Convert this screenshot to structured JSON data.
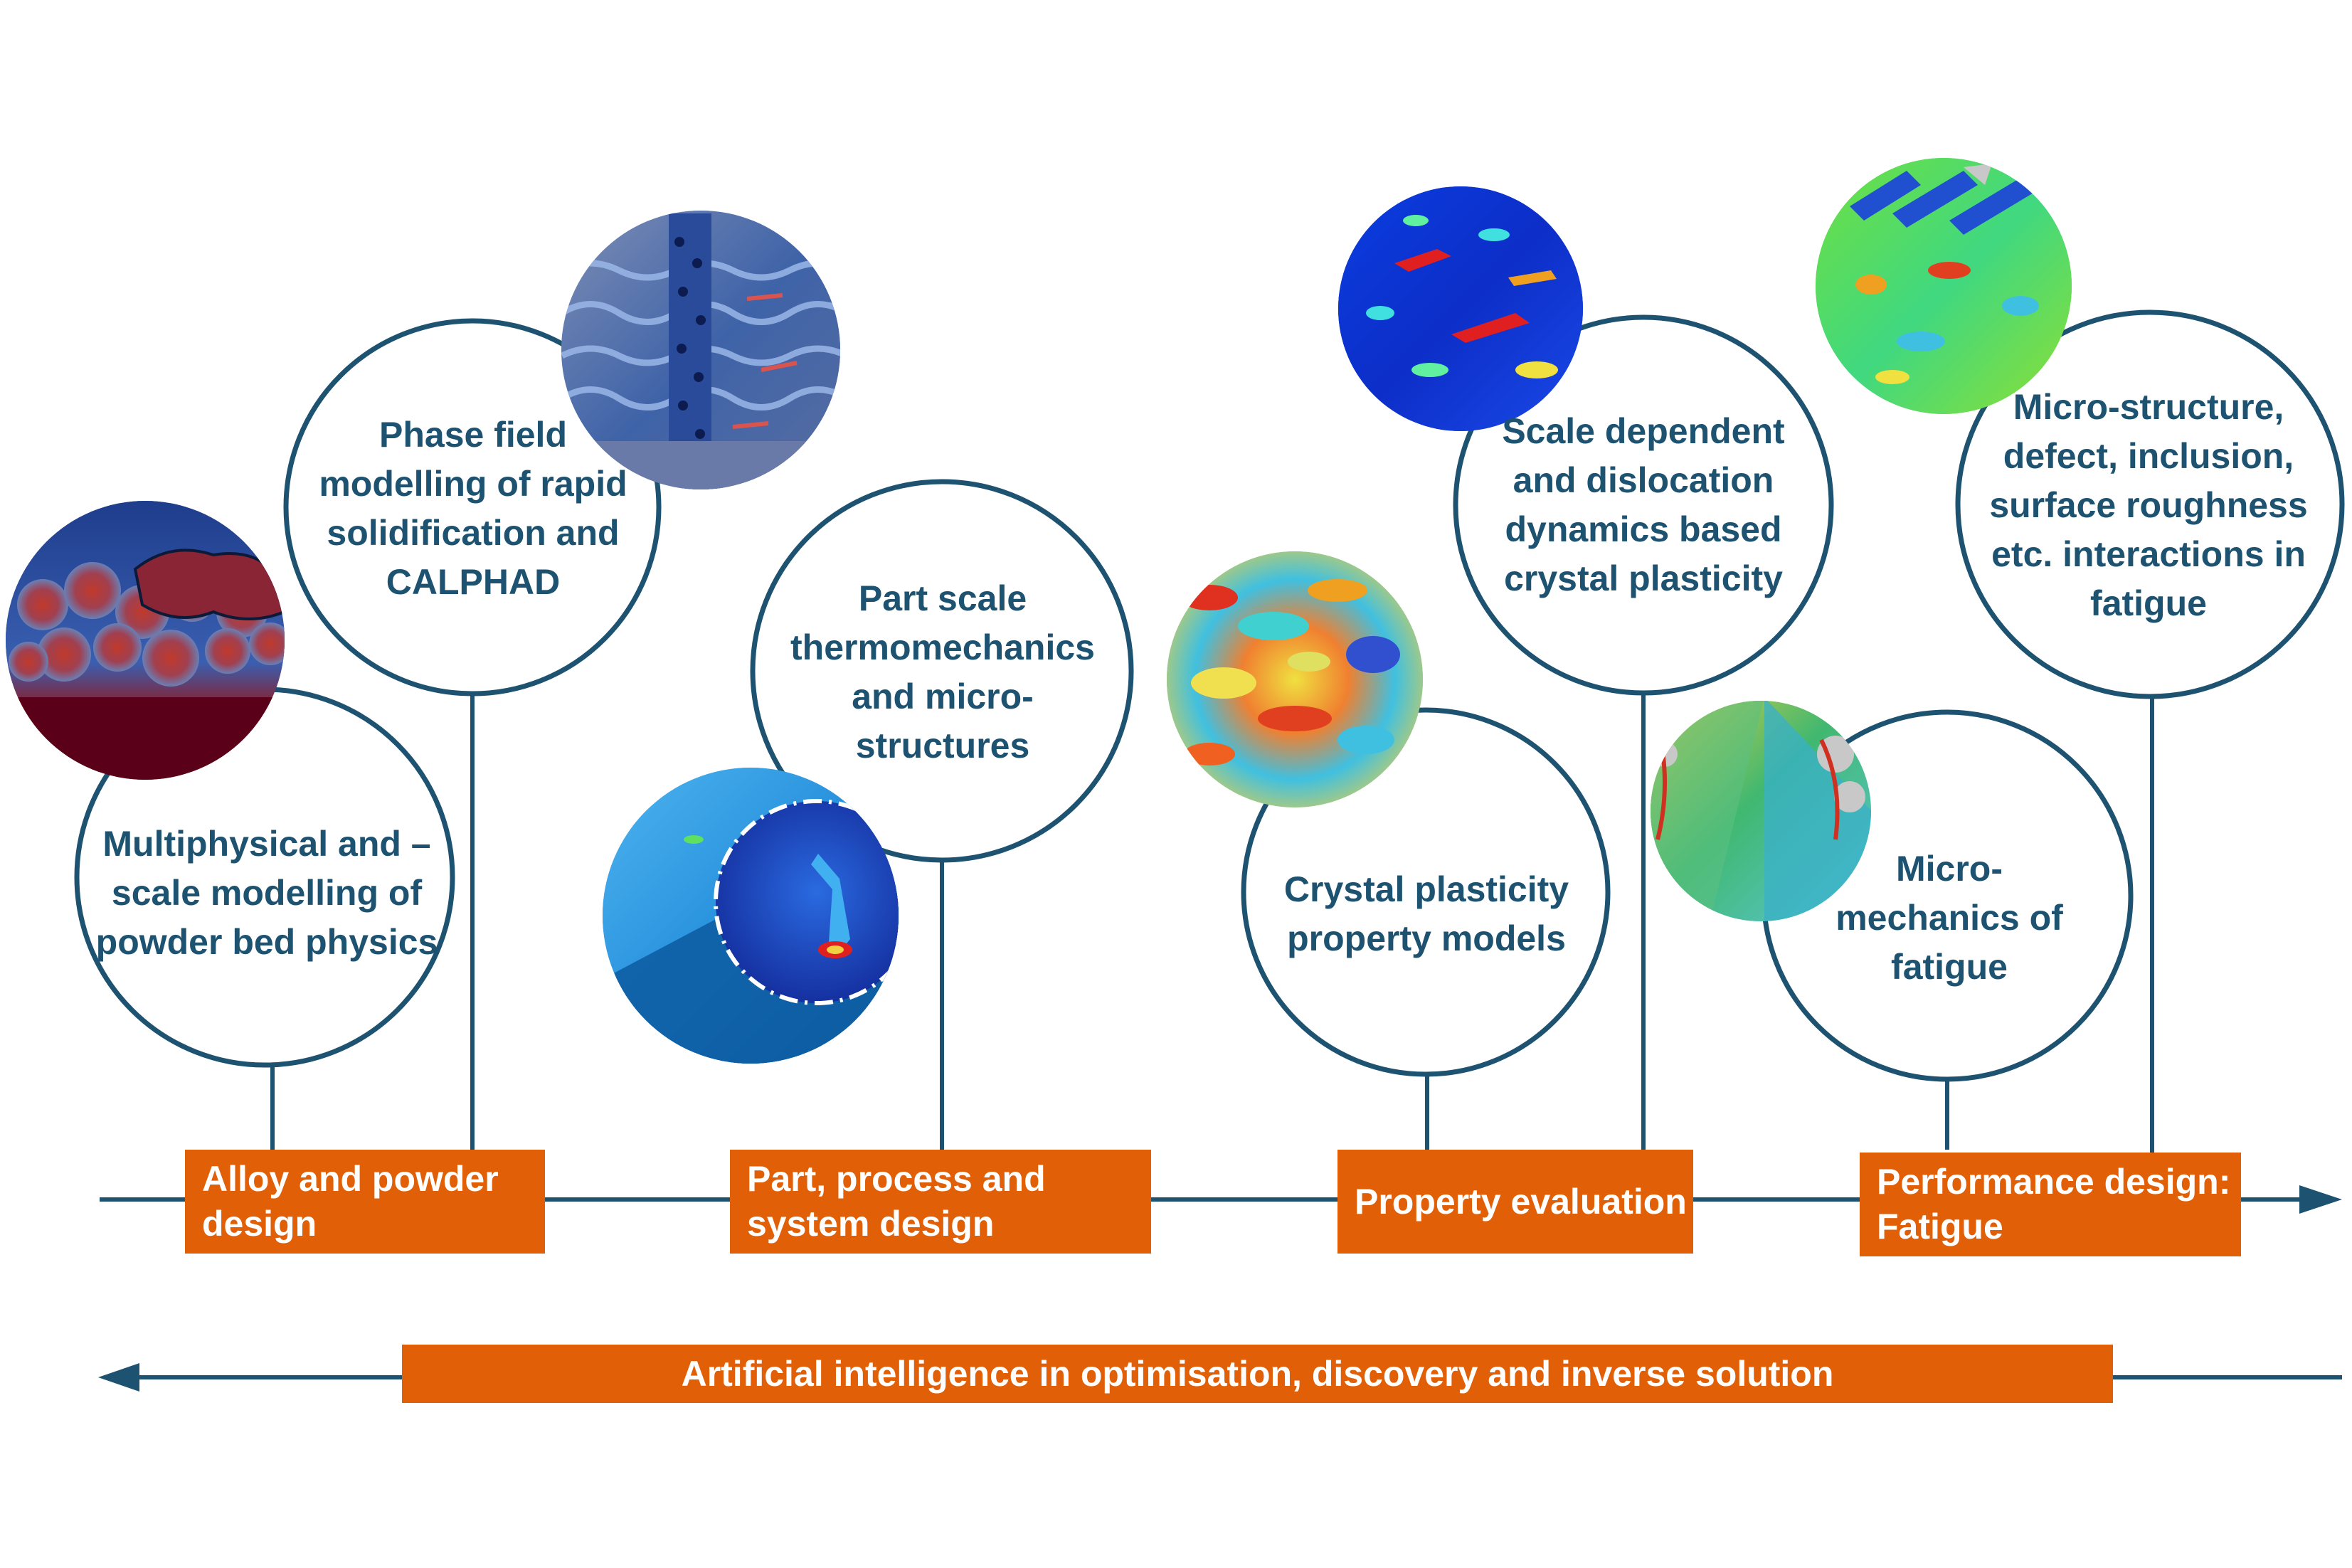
{
  "colors": {
    "teal": "#1d5270",
    "orange": "#e15f06",
    "white": "#ffffff"
  },
  "stages": [
    {
      "id": "alloy",
      "label": "Alloy and powder design"
    },
    {
      "id": "part",
      "label": "Part, process and system design"
    },
    {
      "id": "property",
      "label": "Property evaluation"
    },
    {
      "id": "performance",
      "label": "Performance design: Fatigue"
    }
  ],
  "nodes": [
    {
      "id": "powder-bed",
      "label": "Multiphysical and – scale modelling of powder bed physics",
      "image": "powder-bed-simulation"
    },
    {
      "id": "phase-field",
      "label": "Phase field modelling of rapid solidification and CALPHAD",
      "image": "solidification-simulation"
    },
    {
      "id": "part-scale",
      "label": "Part scale thermomechanics and micro-structures",
      "image": "thermomechanics-simulation"
    },
    {
      "id": "crystal-plasticity",
      "label": "Crystal plasticity property models",
      "image": "crystal-plasticity-map"
    },
    {
      "id": "dislocation",
      "label": "Scale dependent and dislocation dynamics based crystal plasticity",
      "image": "dislocation-map"
    },
    {
      "id": "fatigue-mechanics",
      "label": "Micro-mechanics of fatigue",
      "image": "fatigue-map"
    },
    {
      "id": "interactions",
      "label": "Micro-structure, defect, inclusion, surface roughness etc. interactions in fatigue",
      "image": "interaction-map"
    }
  ],
  "ai_bar": {
    "label": "Artificial intelligence in optimisation, discovery and inverse solution"
  }
}
